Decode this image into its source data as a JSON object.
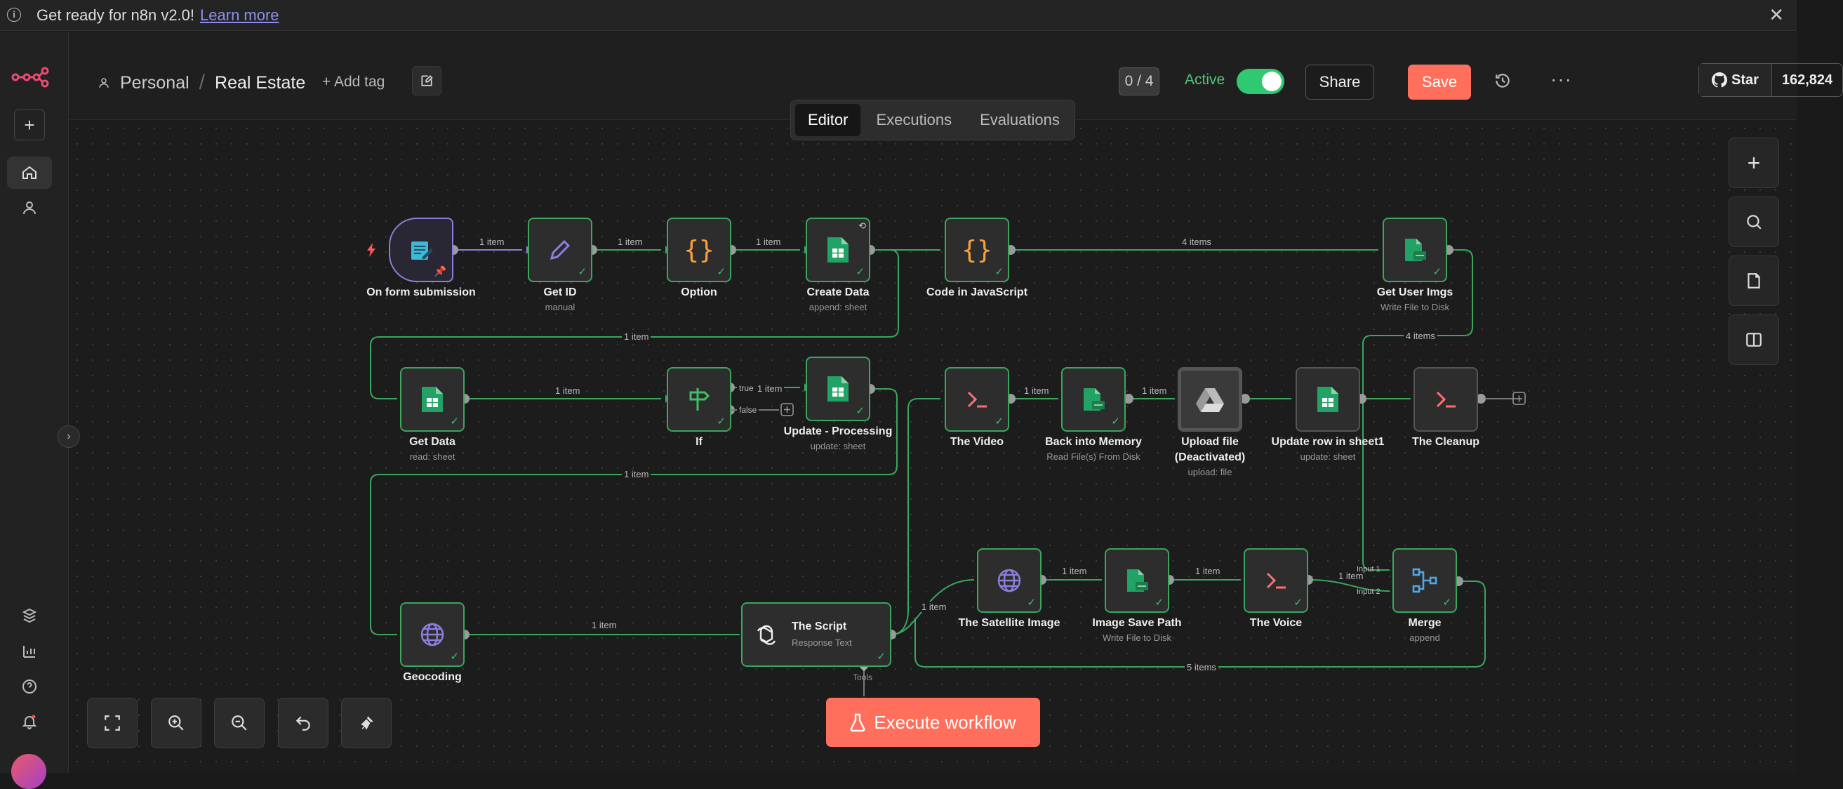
{
  "banner": {
    "message": "Get ready for n8n v2.0!",
    "link": "Learn more"
  },
  "breadcrumb": {
    "project": "Personal",
    "workflow": "Real Estate",
    "add_tag": "+ Add tag"
  },
  "header": {
    "counter": "0 / 4",
    "active_label": "Active",
    "active": true,
    "share": "Share",
    "save": "Save",
    "github_star": "Star",
    "github_count": "162,824"
  },
  "tabs": [
    {
      "label": "Editor",
      "selected": true
    },
    {
      "label": "Executions"
    },
    {
      "label": "Evaluations"
    }
  ],
  "nodes": {
    "form": {
      "label": "On form submission"
    },
    "getid": {
      "label": "Get ID",
      "sub": "manual"
    },
    "option": {
      "label": "Option"
    },
    "create": {
      "label": "Create Data",
      "sub": "append: sheet"
    },
    "codejs": {
      "label": "Code in JavaScript"
    },
    "userimgs": {
      "label": "Get User Imgs",
      "sub": "Write File to Disk"
    },
    "getdata": {
      "label": "Get Data",
      "sub": "read: sheet"
    },
    "iff": {
      "label": "If"
    },
    "updproc": {
      "label": "Update - Processing",
      "sub": "update: sheet"
    },
    "video": {
      "label": "The Video"
    },
    "backmem": {
      "label": "Back into Memory",
      "sub": "Read File(s) From Disk"
    },
    "upload": {
      "label": "Upload file (Deactivated)",
      "label1": "Upload file",
      "label2": "(Deactivated)",
      "sub": "upload: file"
    },
    "updrow": {
      "label": "Update row in sheet1",
      "sub": "update: sheet"
    },
    "cleanup": {
      "label": "The Cleanup"
    },
    "geo": {
      "label": "Geocoding"
    },
    "script": {
      "label": "The Script",
      "sub": "Response Text",
      "tools": "Tools"
    },
    "sat": {
      "label": "The Satellite Image"
    },
    "imgpath": {
      "label": "Image Save Path",
      "sub": "Write File to Disk"
    },
    "voice": {
      "label": "The Voice"
    },
    "merge": {
      "label": "Merge",
      "sub": "append",
      "input1": "Input 1",
      "input2": "Input 2"
    }
  },
  "edge_labels": {
    "form_getid": "1 item",
    "getid_option": "1 item",
    "option_create": "1 item",
    "code_user": "4 items",
    "create_getdata": "1 item",
    "user_loop": "4 items",
    "getdata_if": "1 item",
    "if_true": "true",
    "if_false": "false",
    "if_upd": "1 item",
    "video_back": "1 item",
    "back_upload": "1 item",
    "upd_geo": "1 item",
    "geo_script": "1 item",
    "script_sat": "1 item",
    "sat_img": "1 item",
    "img_voice": "1 item",
    "voice_merge": "1 item",
    "merge_loop": "5 items"
  },
  "execute": "Execute workflow",
  "colors": {
    "accent": "#ff6f5c",
    "success": "#3aa65e",
    "active_toggle": "#2fc971"
  },
  "icons": [
    "info-icon",
    "close-icon",
    "n8n-logo",
    "plus-icon",
    "home-icon",
    "user-icon",
    "templates-icon",
    "insights-icon",
    "help-icon",
    "bell-icon",
    "tag-edit-icon",
    "history-icon",
    "more-icon",
    "github-icon",
    "search-icon",
    "sticky-note-icon",
    "panel-icon",
    "fit-view-icon",
    "zoom-in-icon",
    "zoom-out-icon",
    "undo-icon",
    "clear-icon",
    "beaker-icon"
  ]
}
